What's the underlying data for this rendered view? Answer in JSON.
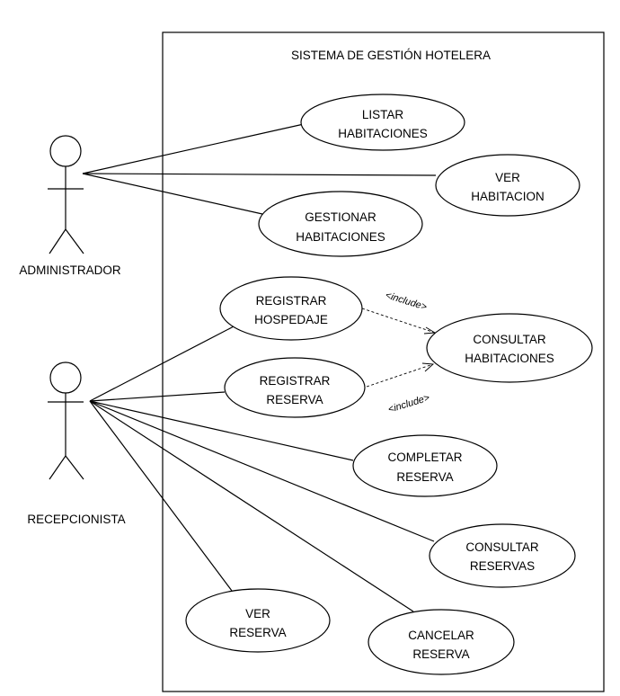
{
  "system": {
    "title": "SISTEMA DE GESTIÓN HOTELERA"
  },
  "actors": {
    "admin": {
      "label": "ADMINISTRADOR"
    },
    "recep": {
      "label": "RECEPCIONISTA"
    }
  },
  "use_cases": {
    "listar_habitaciones": [
      "LISTAR",
      "HABITACIONES"
    ],
    "ver_habitacion": [
      "VER",
      "HABITACION"
    ],
    "gestionar_habitaciones": [
      "GESTIONAR",
      "HABITACIONES"
    ],
    "registrar_hospedaje": [
      "REGISTRAR",
      "HOSPEDAJE"
    ],
    "registrar_reserva": [
      "REGISTRAR",
      "RESERVA"
    ],
    "consultar_habitaciones": [
      "CONSULTAR",
      "HABITACIONES"
    ],
    "completar_reserva": [
      "COMPLETAR",
      "RESERVA"
    ],
    "consultar_reservas": [
      "CONSULTAR",
      "RESERVAS"
    ],
    "ver_reserva": [
      "VER",
      "RESERVA"
    ],
    "cancelar_reserva": [
      "CANCELAR",
      "RESERVA"
    ]
  },
  "relations": {
    "include_1": "<include>",
    "include_2": "<include>"
  }
}
